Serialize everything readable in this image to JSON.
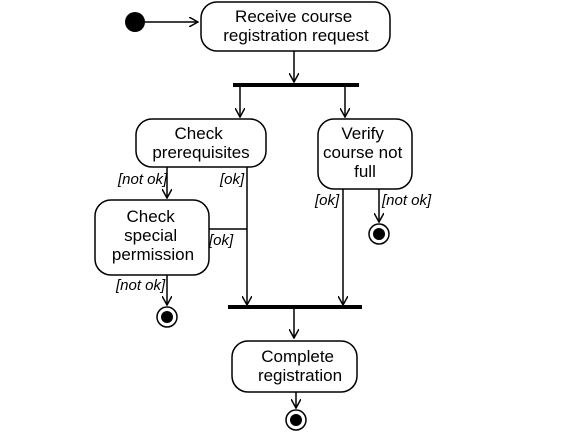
{
  "actions": {
    "receive": [
      "Receive course",
      "registration request"
    ],
    "check_prereq": [
      "Check",
      "prerequisites"
    ],
    "verify": [
      "Verify",
      "course not",
      "full"
    ],
    "check_special": [
      "Check",
      "special",
      "permission"
    ],
    "complete": [
      "Complete",
      "registration"
    ]
  },
  "guards": {
    "prereq_not_ok": "[not ok]",
    "prereq_ok": "[ok]",
    "verify_ok": "[ok]",
    "verify_not_ok": "[not ok]",
    "special_ok": "[ok]",
    "special_not_ok": "[not ok]"
  }
}
